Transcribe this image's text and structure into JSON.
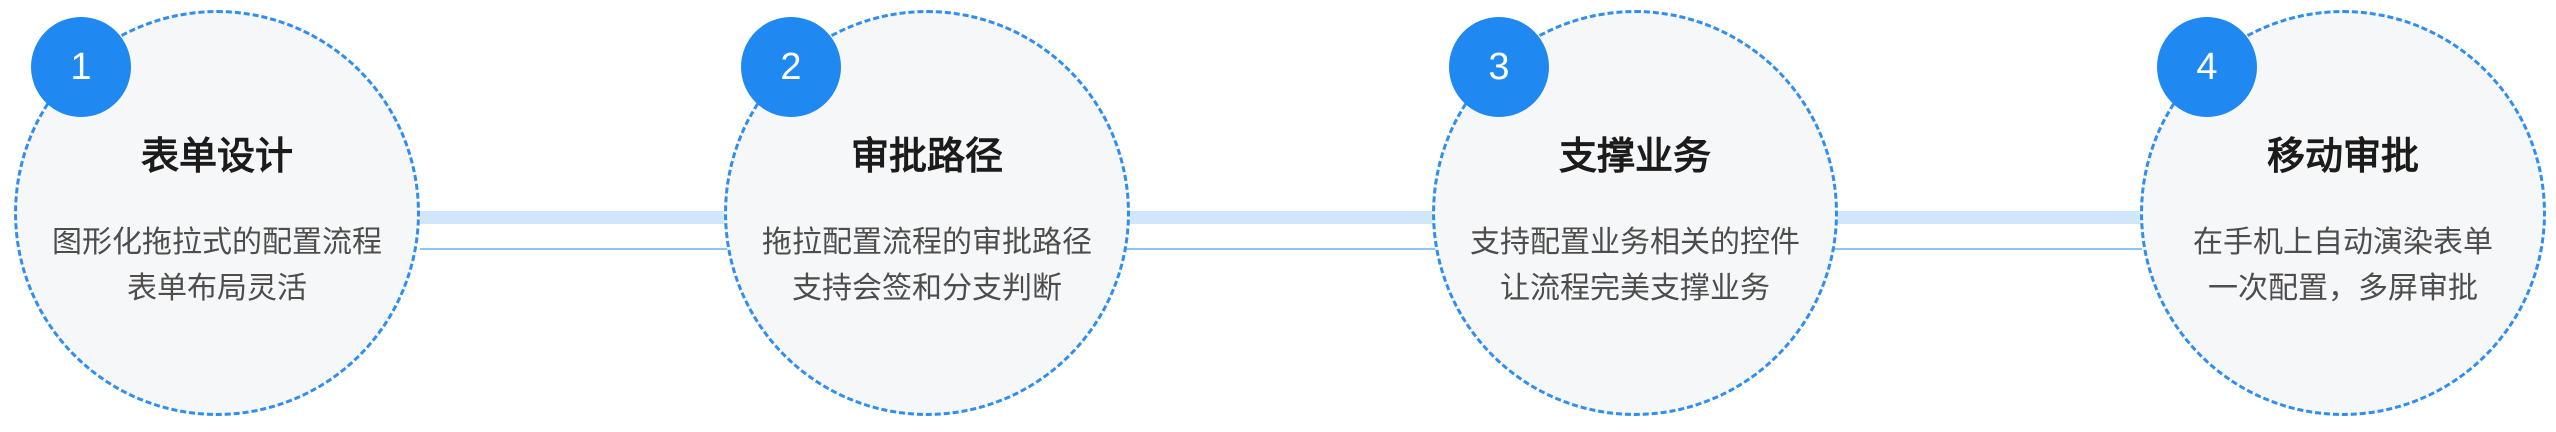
{
  "colors": {
    "accent": "#1f88f1",
    "circle_border": "#2f8ef0",
    "circle_fill": "#f6f7f8",
    "connector_thick": "#cfe6fb",
    "connector_thin": "#8cc5f3"
  },
  "steps": [
    {
      "number": "1",
      "title": "表单设计",
      "line1": "图形化拖拉式的配置流程",
      "line2": "表单布局灵活"
    },
    {
      "number": "2",
      "title": "审批路径",
      "line1": "拖拉配置流程的审批路径",
      "line2": "支持会签和分支判断"
    },
    {
      "number": "3",
      "title": "支撑业务",
      "line1": "支持配置业务相关的控件",
      "line2": "让流程完美支撑业务"
    },
    {
      "number": "4",
      "title": "移动审批",
      "line1": "在手机上自动演染表单",
      "line2": "一次配置，多屏审批"
    }
  ]
}
